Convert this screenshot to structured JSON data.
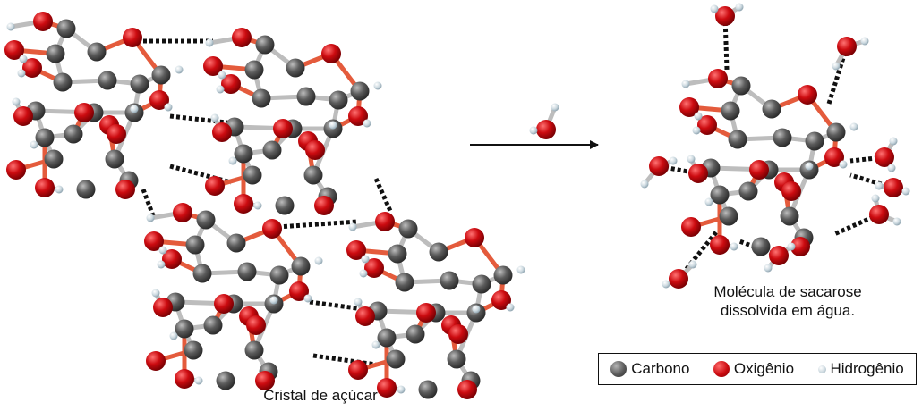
{
  "captions": {
    "crystal": "Cristal de açúcar",
    "molecule_line1": "Molécula de sacarose",
    "molecule_line2": "dissolvida em água."
  },
  "legend": [
    {
      "key": "carbon",
      "label": "Carbono",
      "icon": "gray-sphere-icon"
    },
    {
      "key": "oxygen",
      "label": "Oxigênio",
      "icon": "red-sphere-icon"
    },
    {
      "key": "hydrogen",
      "label": "Hidrogênio",
      "icon": "white-sphere-icon"
    }
  ],
  "colors": {
    "carbon": "#555555",
    "oxygen": "#cc0b10",
    "hydrogen": "#d8e2e8",
    "hydrogen_bond": "#111111",
    "bond_gray": "#bdbdbd",
    "bond_red": "#e45b3c"
  }
}
